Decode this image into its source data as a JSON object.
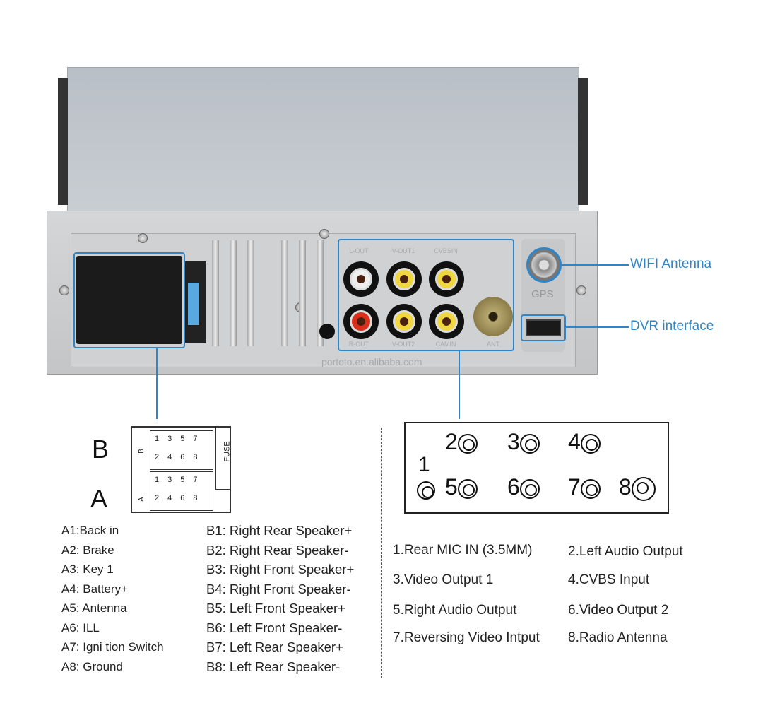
{
  "callouts": {
    "wifi": "WIFI Antenna",
    "dvr": "DVR interface"
  },
  "panel_labels": {
    "l_out": "L-OUT",
    "v_out1": "V-OUT1",
    "cvbs_in": "CVBSIN",
    "r_out": "R-OUT",
    "v_out2": "V-OUT2",
    "cam_in": "CAMIN",
    "ant": "ANT",
    "gps": "GPS"
  },
  "watermark": "portoto.en.alibaba.com",
  "iso_connector": {
    "label_b": "B",
    "label_a": "A",
    "fuse": "FUSE",
    "small_b": "B",
    "small_a": "A",
    "pins_top": [
      "1",
      "3",
      "5",
      "7"
    ],
    "pins_bottom": [
      "2",
      "4",
      "6",
      "8"
    ]
  },
  "a_pins": [
    "A1:Back    in",
    "A2: Brake",
    "A3: Key 1",
    "A4: Battery+",
    "A5: Antenna",
    "A6: ILL",
    "A7:  Igni tion Switch",
    "A8: Ground"
  ],
  "b_pins": [
    "B1: Right Rear Speaker+",
    "B2: Right Rear Speaker-",
    "B3: Right Front Speaker+",
    "B4: Right Front Speaker-",
    "B5: Left Front Speaker+",
    "B6: Left Front Speaker-",
    "B7: Left Rear Speaker+",
    "B8: Left Rear Speaker-"
  ],
  "ports_diagram": {
    "nums": [
      "1",
      "2",
      "3",
      "4",
      "5",
      "6",
      "7",
      "8"
    ]
  },
  "ports_legend": [
    "1.Rear MIC IN (3.5MM)",
    "2.Left Audio Output",
    "3.Video Output 1",
    "4.CVBS Input",
    "5.Right Audio Output",
    "6.Video Output 2",
    "7.Reversing Video Intput",
    "8.Radio Antenna"
  ],
  "colors": {
    "accent": "#2e86c8"
  }
}
